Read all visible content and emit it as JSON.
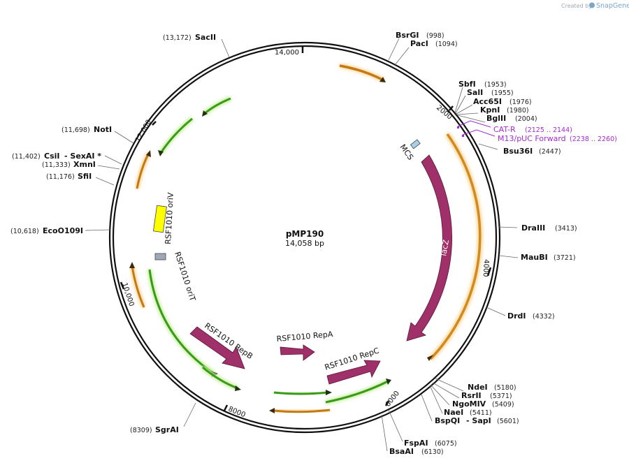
{
  "branding": {
    "prefix": "Created by",
    "product": "SnapGene"
  },
  "plasmid": {
    "name": "pMP190",
    "length": "14,058 bp"
  },
  "ticks": [
    "2000",
    "4000",
    "6000",
    "8000",
    "10,000",
    "12,000",
    "14,000"
  ],
  "enzymes": [
    {
      "name": "BsrGI",
      "pos": "(998)"
    },
    {
      "name": "PacI",
      "pos": "(1094)"
    },
    {
      "name": "SbfI",
      "pos": "(1953)"
    },
    {
      "name": "SalI",
      "pos": "(1955)"
    },
    {
      "name": "Acc65I",
      "pos": "(1976)"
    },
    {
      "name": "KpnI",
      "pos": "(1980)"
    },
    {
      "name": "BglII",
      "pos": "(2004)"
    },
    {
      "name": "Bsu36I",
      "pos": "(2447)"
    },
    {
      "name": "DraIII",
      "pos": "(3413)"
    },
    {
      "name": "MauBI",
      "pos": "(3721)"
    },
    {
      "name": "DrdI",
      "pos": "(4332)"
    },
    {
      "name": "NdeI",
      "pos": "(5180)"
    },
    {
      "name": "RsrII",
      "pos": "(5371)"
    },
    {
      "name": "NgoMIV",
      "pos": "(5409)"
    },
    {
      "name": "NaeI",
      "pos": "(5411)"
    },
    {
      "name": "BspQI",
      "pos": ""
    },
    {
      "name": "- SapI",
      "pos": "(5601)"
    },
    {
      "name": "FspAI",
      "pos": "(6075)"
    },
    {
      "name": "BsaAI",
      "pos": "(6130)"
    },
    {
      "name": "SgrAI",
      "pos": "(8309)"
    },
    {
      "name": "EcoO109I",
      "pos": "(10,618)"
    },
    {
      "name": "SfiI",
      "pos": "(11,176)"
    },
    {
      "name": "XmnI",
      "pos": "(11,333)"
    },
    {
      "name": "CsiI",
      "pos": "(11,402)"
    },
    {
      "name": "- SexAI *",
      "pos": ""
    },
    {
      "name": "NotI",
      "pos": "(11,698)"
    },
    {
      "name": "SacII",
      "pos": "(13,172)"
    }
  ],
  "primers": [
    {
      "name": "CAT-R",
      "pos": "(2125 .. 2144)"
    },
    {
      "name": "M13/pUC Forward",
      "pos": "(2238 .. 2260)"
    }
  ],
  "features": {
    "mcs": "MCS",
    "lacz": "lacZ",
    "oriv": "RSF1010 oriV",
    "orit": "RSF1010 oriT",
    "repb": "RSF1010 RepB",
    "repa": "RSF1010 RepA",
    "repc": "RSF1010 RepC"
  },
  "colors": {
    "orange_feature": "#f0a830",
    "green_feature": "#3a9a1a",
    "repgene": "#a0306a",
    "oriv": "#ffff00",
    "orit": "#a0a8b8",
    "mcs": "#a8cfe8",
    "primer": "#a32bd0"
  }
}
